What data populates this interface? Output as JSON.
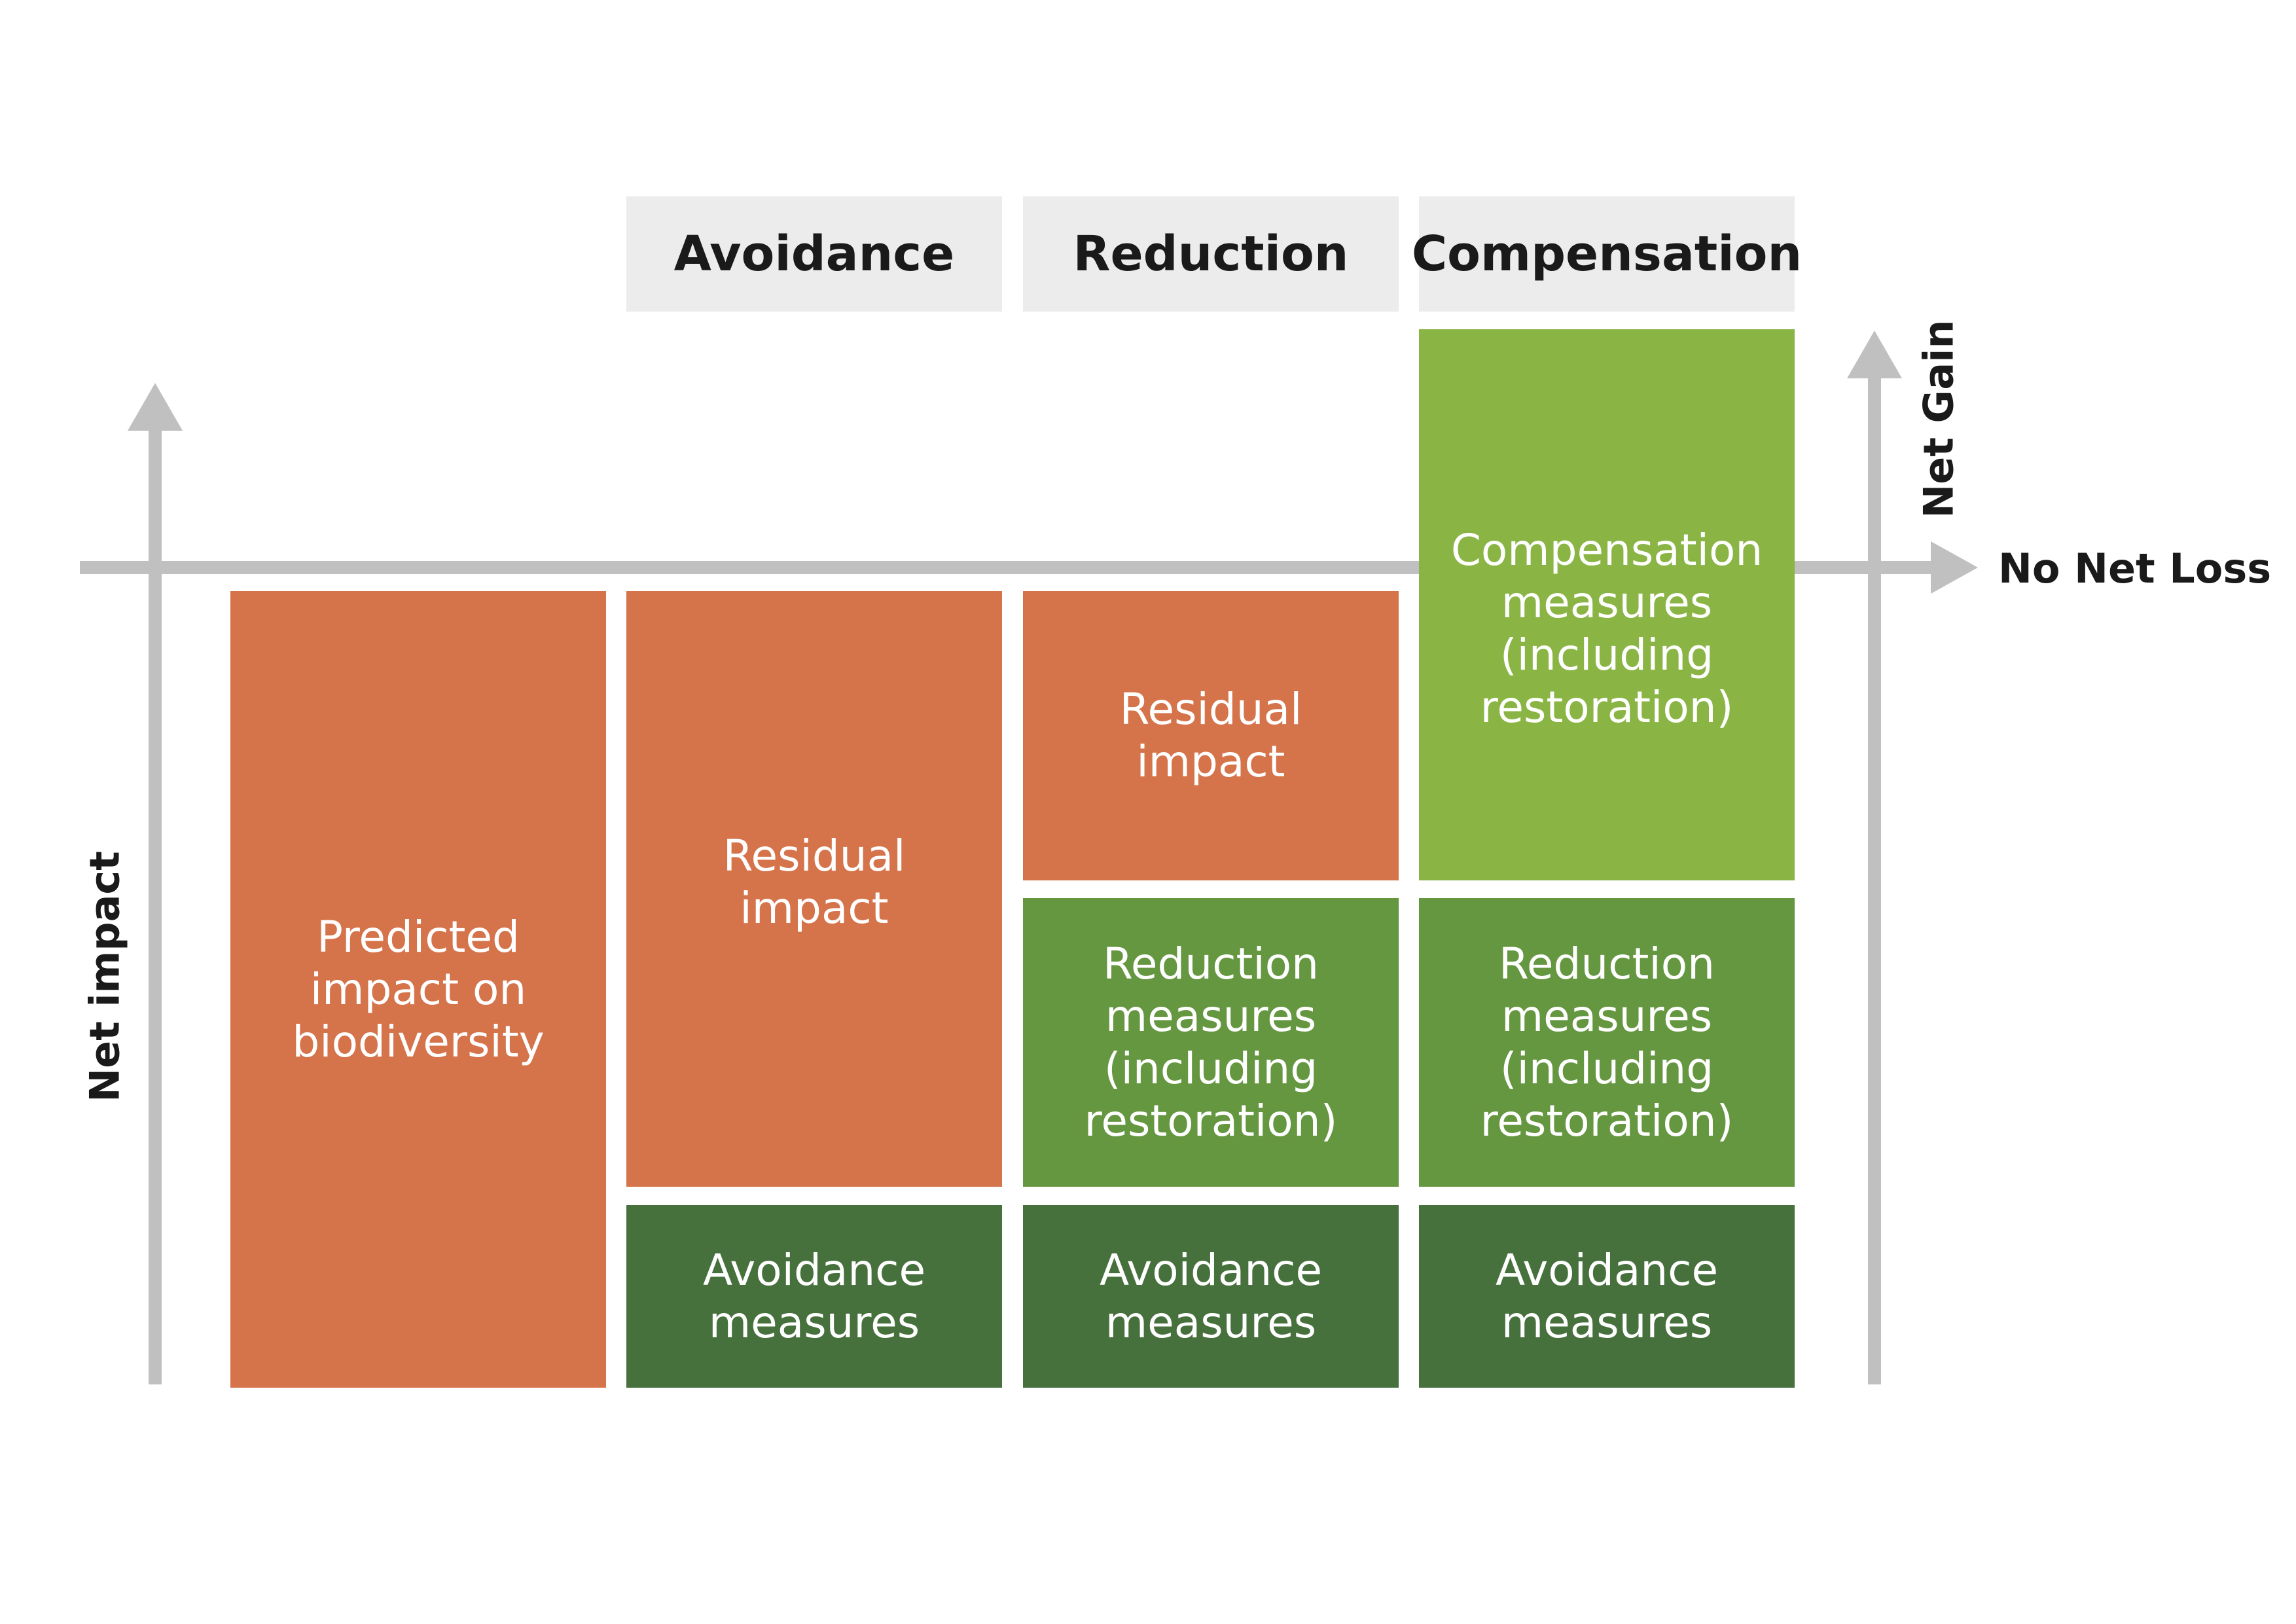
{
  "colors": {
    "impact": "#d5734a",
    "compensation": "#8ab545",
    "reduction": "#659640",
    "avoidance": "#46703c",
    "header_bg": "#ececec",
    "axis": "#c0c0c0"
  },
  "headers": {
    "avoidance": "Avoidance",
    "reduction": "Reduction",
    "compensation": "Compensation"
  },
  "axes": {
    "net_impact": "Net impact",
    "net_gain": "Net Gain",
    "no_net_loss": "No Net Loss"
  },
  "columns": {
    "predicted": {
      "impact": "Predicted\nimpact on\nbiodiversity"
    },
    "avoidance": {
      "residual": "Residual\nimpact",
      "avoidance_measures": "Avoidance\nmeasures"
    },
    "reduction": {
      "residual": "Residual\nimpact",
      "reduction_measures": "Reduction\nmeasures\n(including\nrestoration)",
      "avoidance_measures": "Avoidance\nmeasures"
    },
    "compensation": {
      "compensation_measures": "Compensation\nmeasures\n(including\nrestoration)",
      "reduction_measures": "Reduction\nmeasures\n(including\nrestoration)",
      "avoidance_measures": "Avoidance\nmeasures"
    }
  }
}
